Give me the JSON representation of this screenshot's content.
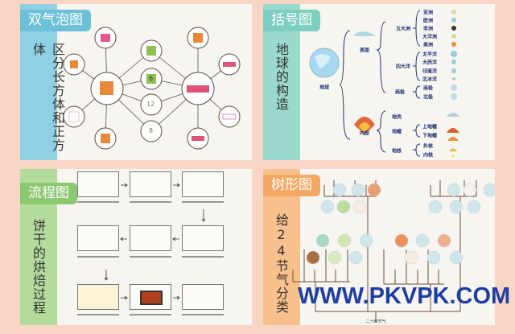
{
  "panels": {
    "bubble": {
      "tab": "双气泡图",
      "title": "区分长方体和正方体",
      "numbers": [
        "6",
        "12",
        "8"
      ],
      "color": "#6cc0d8"
    },
    "bracket": {
      "tab": "括号图",
      "title": "地球的构造",
      "color": "#7dcfbf",
      "earth": "地球",
      "surface": "表面",
      "interior": "内部",
      "continents_group": "五大洲",
      "oceans_group": "四大洋",
      "poles_group": "两极",
      "continents": [
        "亚洲",
        "欧洲",
        "非洲",
        "大洋洲",
        "美洲"
      ],
      "oceans": [
        "太平洋",
        "大西洋",
        "印度洋",
        "北冰洋"
      ],
      "poles": [
        "南极",
        "北极"
      ],
      "crust": "地壳",
      "mantle": "地幔",
      "core": "地核",
      "mantle_parts": [
        "上地幔",
        "下地幔"
      ],
      "core_parts": [
        "外核",
        "内核"
      ]
    },
    "flow": {
      "tab": "流程图",
      "title": "饼干的烘焙过程",
      "color": "#8cc870"
    },
    "tree": {
      "tab": "树形图",
      "title": "给24节气分类",
      "root": "二十四节气",
      "color": "#f3a964"
    }
  },
  "watermark": "WWW.PKVPK.COM"
}
